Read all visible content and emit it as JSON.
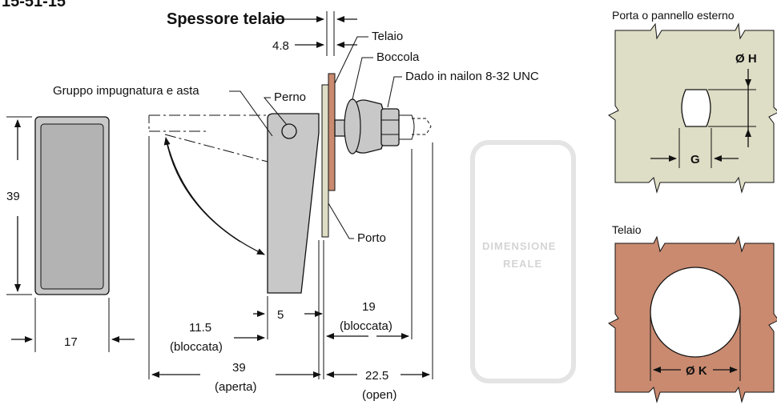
{
  "header": {
    "code_fragment": "15-51-15"
  },
  "side_view": {
    "height_dim": "39",
    "width_dim": "17"
  },
  "main_view": {
    "title": "Spessore telaio",
    "thickness_dim": "4.8",
    "labels": {
      "frame": "Telaio",
      "bushing": "Boccola",
      "nut": "Dado in nailon 8-32 UNC",
      "handle_assembly": "Gruppo impugnatura e asta",
      "pin": "Perno",
      "door": "Porto"
    },
    "dims": {
      "d5": "5",
      "d19": "19",
      "d19_note": "(bloccata)",
      "d115": "11.5",
      "d115_note": "(bloccata)",
      "d39": "39",
      "d39_note": "(aperta)",
      "d225": "22.5",
      "d225_note": "(open)"
    }
  },
  "actual_size_badge": {
    "line1": "DIMENSIONE",
    "line2": "REALE"
  },
  "panel_cutout": {
    "title": "Porta o pannello esterno",
    "h_label": "Ø H",
    "g_label": "G",
    "fill_color": "#deddc5"
  },
  "frame_cutout": {
    "title": "Telaio",
    "k_label": "Ø K",
    "fill_color": "#c98a70"
  },
  "colors": {
    "handle": "#c8c8c8",
    "frame": "#c98a70",
    "door": "#deddc5"
  }
}
